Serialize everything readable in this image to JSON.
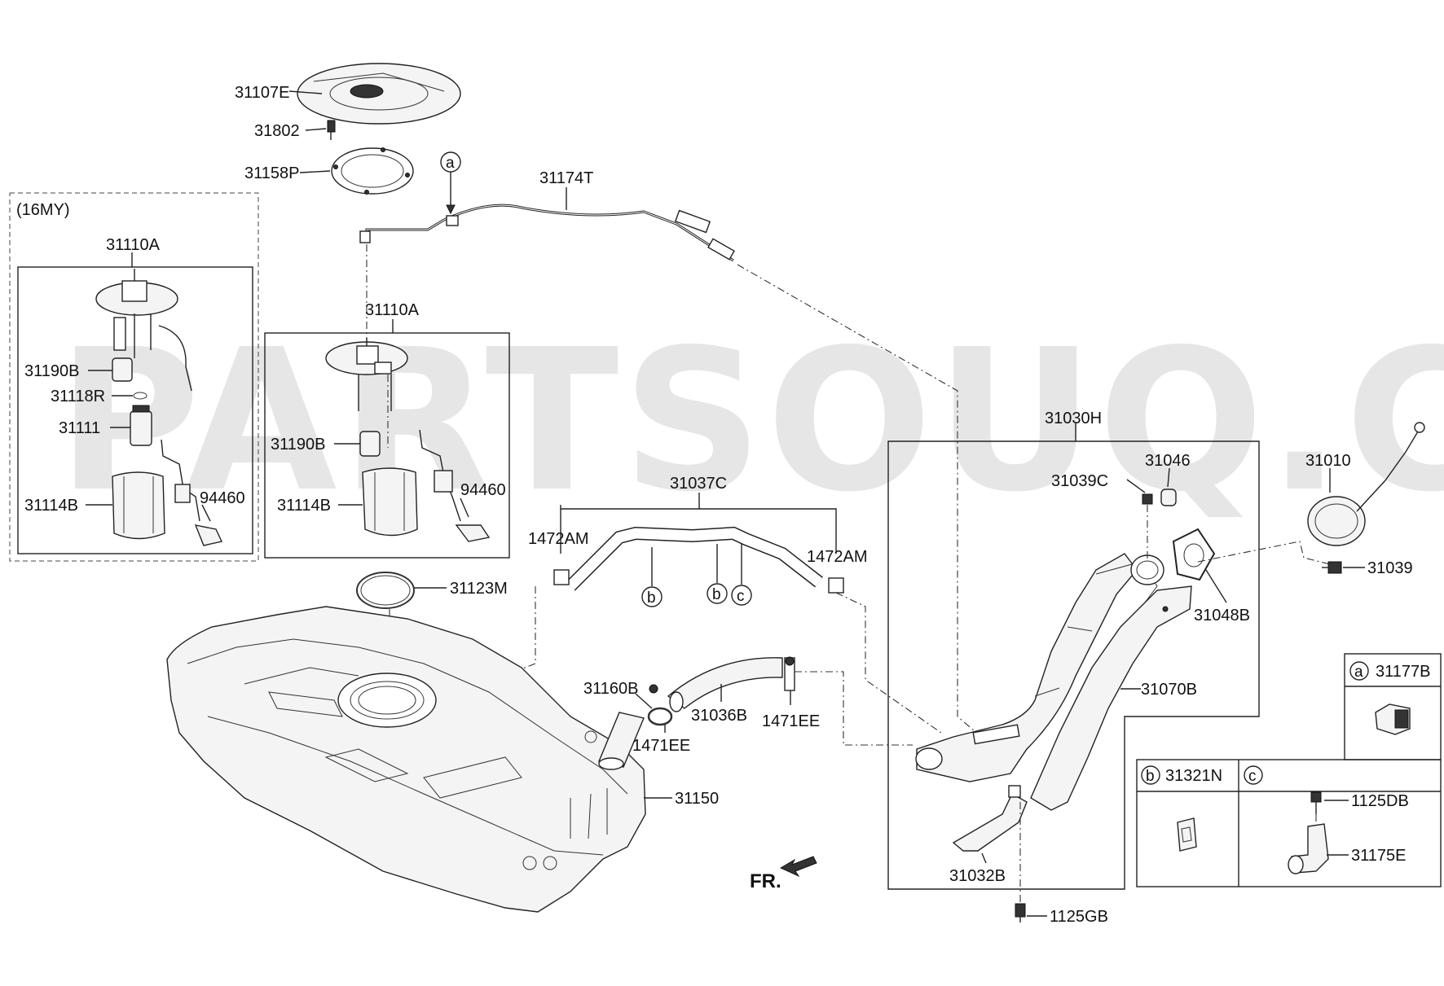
{
  "watermark": "PARTSOUQ.COM",
  "variant_label": "(16MY)",
  "direction_label": "FR.",
  "parts": {
    "p31107E": "31107E",
    "p31802": "31802",
    "p31158P": "31158P",
    "p31174T": "31174T",
    "p31110A_left": "31110A",
    "p31110A_right": "31110A",
    "p31190B_left": "31190B",
    "p31190B_right": "31190B",
    "p31118R": "31118R",
    "p31111": "31111",
    "p31114B_left": "31114B",
    "p31114B_right": "31114B",
    "p94460_left": "94460",
    "p94460_right": "94460",
    "p31037C": "31037C",
    "p1472AM_left": "1472AM",
    "p1472AM_right": "1472AM",
    "p31123M": "31123M",
    "p31160B": "31160B",
    "p31036B": "31036B",
    "p1471EE_left": "1471EE",
    "p1471EE_right": "1471EE",
    "p31150": "31150",
    "p31030H": "31030H",
    "p31046": "31046",
    "p31039C": "31039C",
    "p31010": "31010",
    "p31039": "31039",
    "p31048B": "31048B",
    "p31070B": "31070B",
    "p31032B": "31032B",
    "p1125GB": "1125GB",
    "p31177B": "31177B",
    "p31321N": "31321N",
    "p1125DB": "1125DB",
    "p31175E": "31175E"
  },
  "callouts": {
    "a_top": "a",
    "b1": "b",
    "b2": "b",
    "c1": "c",
    "legend_a": "a",
    "legend_b": "b",
    "legend_c": "c"
  }
}
